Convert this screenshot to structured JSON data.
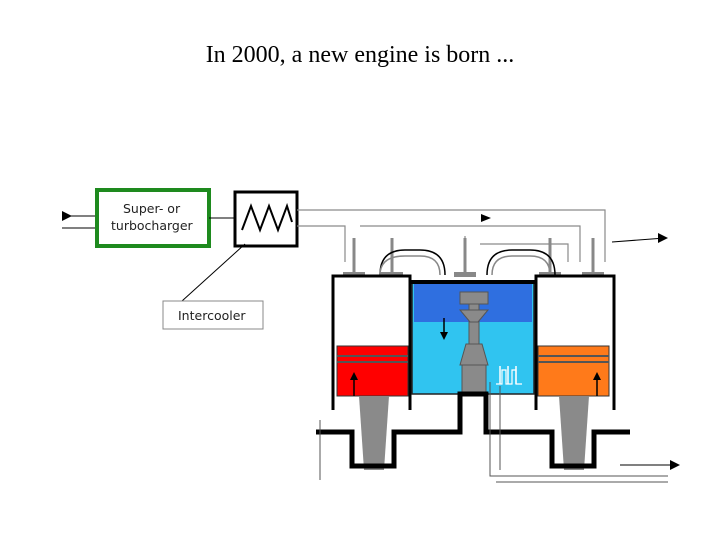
{
  "title": "In 2000, a new engine is born ...",
  "labels": {
    "supercharger_line1": "Super- or",
    "supercharger_line2": "turbocharger",
    "intercooler": "Intercooler"
  },
  "colors": {
    "supercharger_border": "#1e8a1e",
    "hot_piston": "#ff0000",
    "warm_piston": "#ff7a1a",
    "center_cylinder": "#30c4f0",
    "center_head": "#2f6fe0",
    "connecting_rod": "#8a8a8a",
    "crankshaft": "#000000"
  }
}
